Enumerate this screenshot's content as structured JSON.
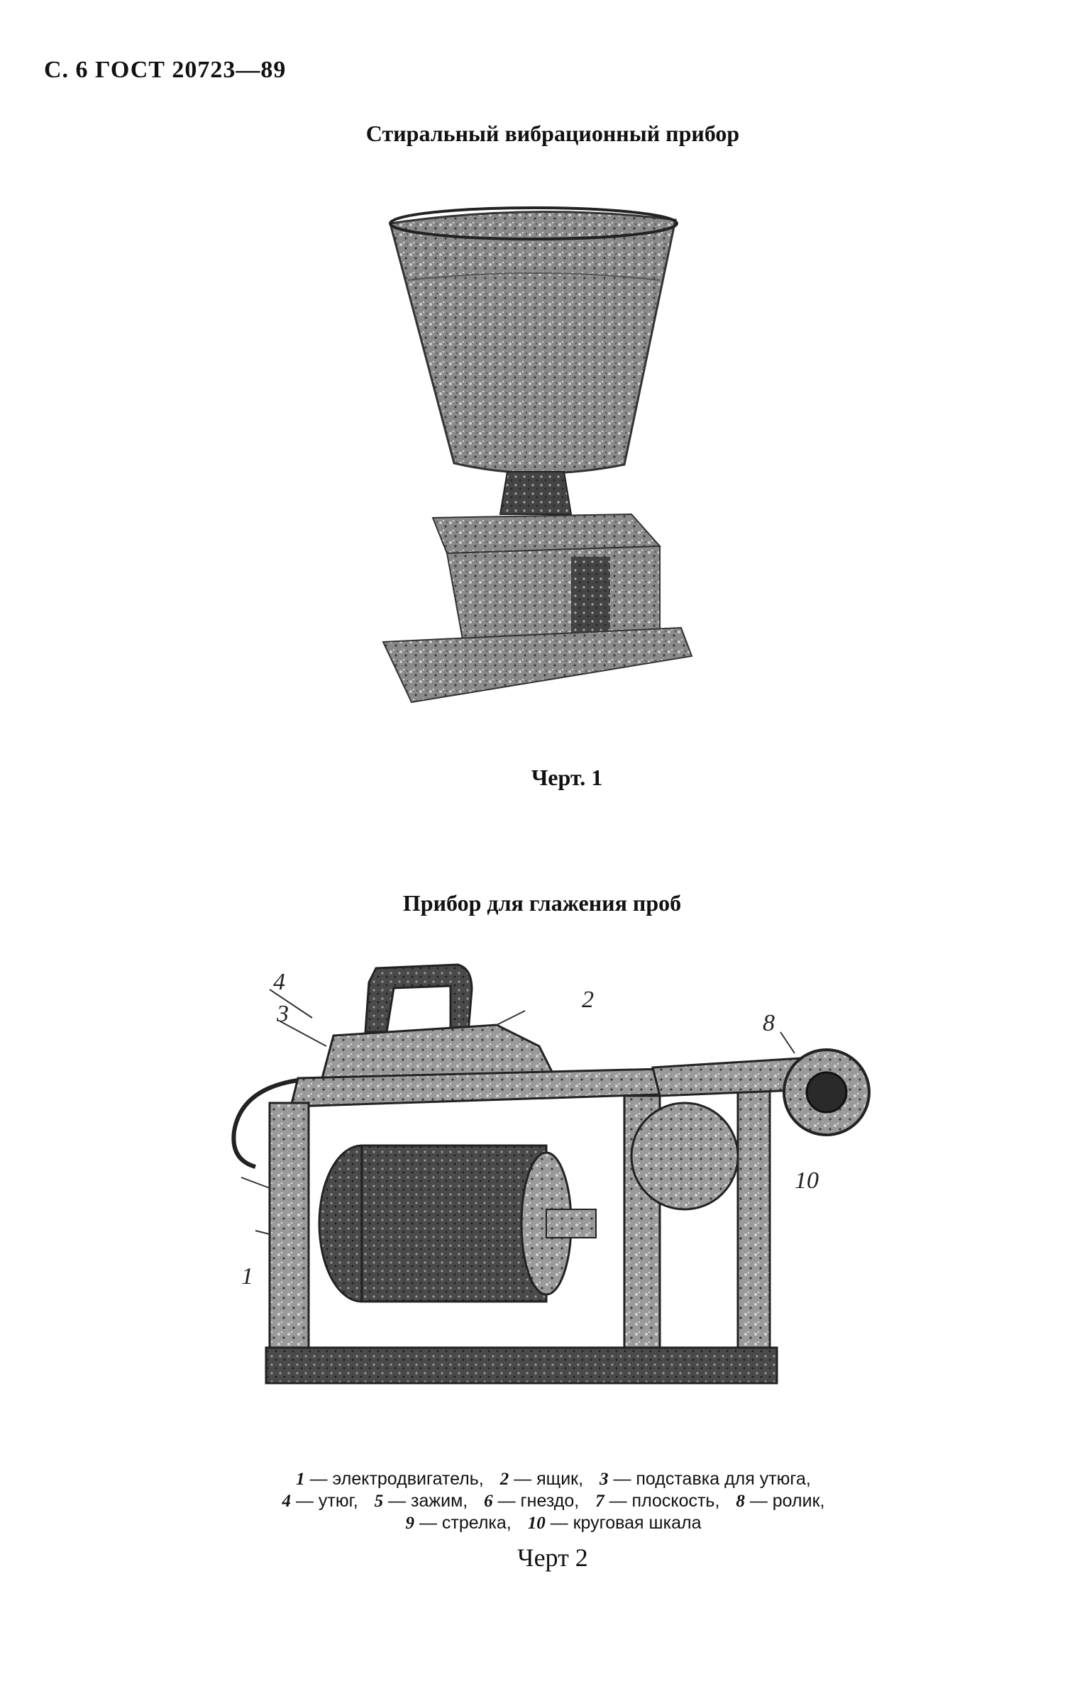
{
  "header": "С. 6 ГОСТ 20723—89",
  "fig1": {
    "title": "Стиральный вибрационный прибор",
    "caption": "Черт. 1"
  },
  "fig2": {
    "title": "Прибор для глажения проб",
    "callouts": [
      "1",
      "3",
      "4",
      "2",
      "8",
      "10"
    ],
    "legend_rows": [
      [
        {
          "num": "1",
          "text": "— электродвигатель,"
        },
        {
          "num": "2",
          "text": "— ящик,"
        },
        {
          "num": "3",
          "text": "— подставка для утюга,"
        }
      ],
      [
        {
          "num": "4",
          "text": "— утюг,"
        },
        {
          "num": "5",
          "text": "— зажим,"
        },
        {
          "num": "6",
          "text": "— гнездо,"
        },
        {
          "num": "7",
          "text": "— плоскость,"
        },
        {
          "num": "8",
          "text": "— ролик,"
        }
      ],
      [
        {
          "num": "9",
          "text": "— стрелка,"
        },
        {
          "num": "10",
          "text": "— круговая шкала"
        }
      ]
    ],
    "caption": "Черт 2"
  }
}
